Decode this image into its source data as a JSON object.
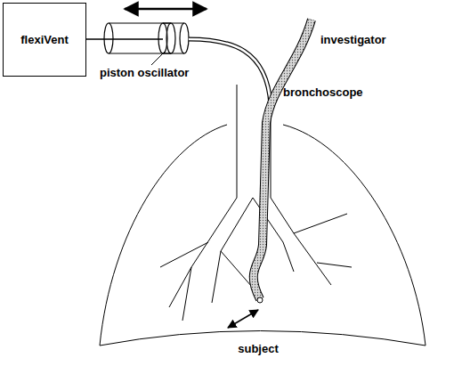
{
  "diagram": {
    "nodes": [
      {
        "text": [
          "flexiVent"
        ]
      }
    ],
    "labels": [
      "piston oscillator",
      "investigator",
      "bronchoscope",
      "subject"
    ]
  }
}
